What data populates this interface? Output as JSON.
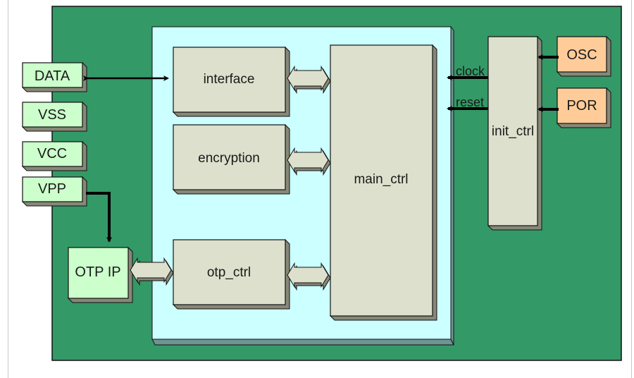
{
  "diagram": {
    "type": "block-diagram",
    "colors": {
      "chip_background": "#339966",
      "core_background": "#ccffff",
      "block_fill": "#dde0cc",
      "pin_fill": "#ccffcc",
      "external_fill": "#ffcc99",
      "shadow": "#888878"
    },
    "pins": {
      "data": "DATA",
      "vss": "VSS",
      "vcc": "VCC",
      "vpp": "VPP"
    },
    "external": {
      "otp_ip": "OTP IP",
      "osc": "OSC",
      "por": "POR"
    },
    "blocks": {
      "interface": "interface",
      "encryption": "encryption",
      "otp_ctrl": "otp_ctrl",
      "main_ctrl": "main_ctrl",
      "init_ctrl": "init_ctrl"
    },
    "signals": {
      "clock": "clock",
      "reset": "reset"
    }
  }
}
